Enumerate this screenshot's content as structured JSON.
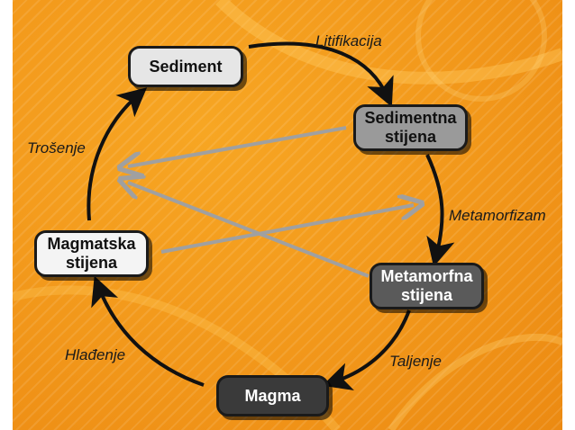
{
  "nodes": {
    "sediment": "Sediment",
    "sedimentary_rock": "Sedimentna\nstijena",
    "metamorphic_rock": "Metamorfna\nstijena",
    "magma": "Magma",
    "igneous_rock": "Magmatska\nstijena"
  },
  "processes": {
    "lithification": "Litifikacija",
    "metamorphism": "Metamorfizam",
    "melting": "Taljenje",
    "cooling": "Hlađenje",
    "weathering": "Trošenje"
  },
  "colors": {
    "background": "#f39a1c",
    "cycle_arrow": "#111111",
    "cross_arrow": "#a0a0a0",
    "sediment_fill": "#e6e6e6",
    "sedimentary_fill": "#9a9a9a",
    "metamorphic_fill": "#5a5a5a",
    "magma_fill": "#3a3a3a",
    "igneous_fill": "#f4f4f4"
  }
}
